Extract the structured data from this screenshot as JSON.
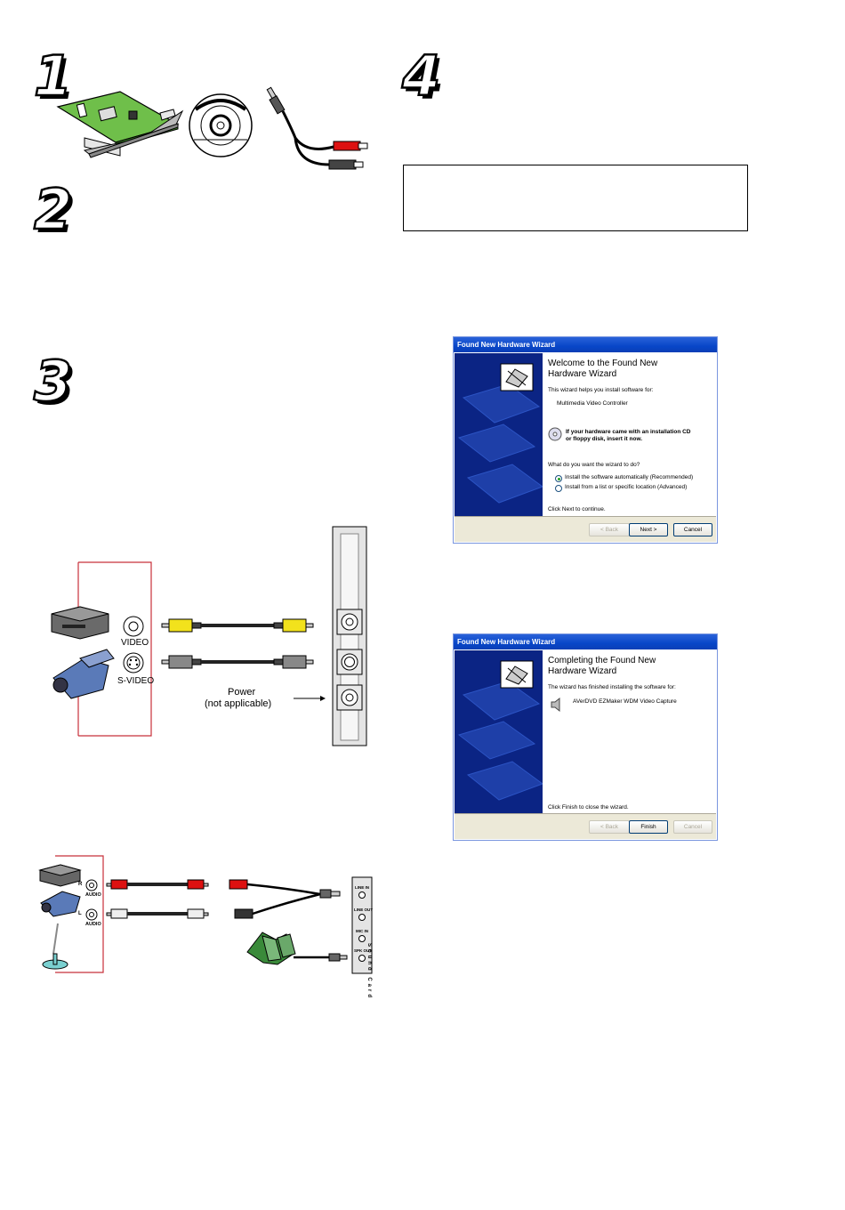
{
  "steps": [
    "1",
    "2",
    "3",
    "4"
  ],
  "diagram_video": {
    "video_label": "VIDEO",
    "svideo_label": "S-VIDEO",
    "power_line1": "Power",
    "power_line2": "(not applicable)"
  },
  "diagram_audio": {
    "r_label": "R",
    "l_label": "L",
    "audio_label": "AUDIO",
    "sound_card": "Sound Card",
    "ports": [
      "LINE IN",
      "LINE OUT",
      "MIC IN",
      "SPK OUT"
    ]
  },
  "wizard1": {
    "title": "Found New Hardware Wizard",
    "heading_line1": "Welcome to the Found New",
    "heading_line2": "Hardware Wizard",
    "intro": "This wizard helps you install software for:",
    "device": "Multimedia Video Controller",
    "cd_line1": "If your hardware came with an installation CD",
    "cd_line2": "or floppy disk, insert it now.",
    "question": "What do you want the wizard to do?",
    "option_auto": "Install the software automatically (Recommended)",
    "option_list": "Install from a list or specific location (Advanced)",
    "continue_text": "Click Next to continue.",
    "back_button": "< Back",
    "next_button": "Next >",
    "cancel_button": "Cancel"
  },
  "wizard2": {
    "title": "Found New Hardware Wizard",
    "heading_line1": "Completing the Found New",
    "heading_line2": "Hardware Wizard",
    "finished_text": "The wizard has finished installing the software for:",
    "device": "AVerDVD EZMaker WDM Video Capture",
    "close_text": "Click Finish to close the wizard.",
    "back_button": "< Back",
    "finish_button": "Finish",
    "cancel_button": "Cancel"
  }
}
